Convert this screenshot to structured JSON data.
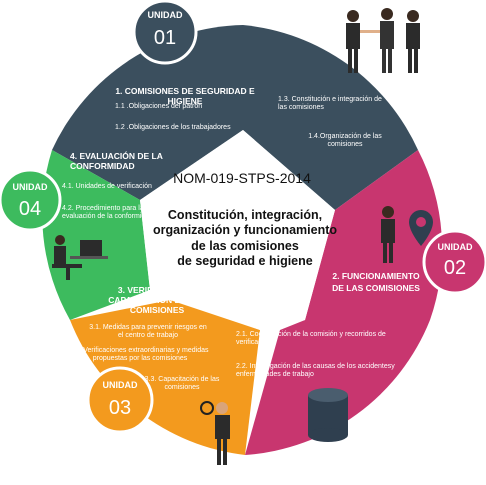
{
  "center": {
    "code": "NOM-019-STPS-2014",
    "title_lines": [
      "Constitución, integración,",
      "organización y funcionamiento",
      "de las comisiones",
      "de seguridad e higiene"
    ]
  },
  "units": [
    {
      "label": "UNIDAD",
      "number": "01",
      "color": "#3b4f5e"
    },
    {
      "label": "UNIDAD",
      "number": "02",
      "color": "#c8366f"
    },
    {
      "label": "UNIDAD",
      "number": "03",
      "color": "#f39a1e"
    },
    {
      "label": "UNIDAD",
      "number": "04",
      "color": "#3dbb5e"
    }
  ],
  "sections": {
    "s1": {
      "title": "1. COMISIONES DE SEGURIDAD E HIGIENE",
      "items": [
        "1.1 .Obligaciones del patrón",
        "1.2 .Obligaciones de los trabajadores"
      ]
    },
    "s1b": {
      "items": [
        "1.3. Constitución e integración de las comisiones",
        "1.4.Organización de las comisiones"
      ]
    },
    "s2": {
      "title": "2. FUNCIONAMIENTO DE LAS COMISIONES",
      "items": [
        "2.1. Coordinación de la comisión y recorridos de verificación",
        "2.2. Investigación de las causas de los accidentesy enfermedades de trabajo"
      ]
    },
    "s3": {
      "title": "3. VERIFICACIÓN Y CAPACITACIÓN DE LAS COMISIONES",
      "items": [
        "3.1. Medidas para prevenir riesgos en el centro de trabajo",
        "3.2 Verificaciones extraordinarias y medidas propuestas por las comisiones",
        "3.3. Capacitación de las comisiones"
      ]
    },
    "s4": {
      "title": "4. EVALUACIÓN DE LA CONFORMIDAD",
      "items": [
        "4.1. Unidades de verificación",
        "4.2. Procedimiento para la evaluación de la conformidad"
      ]
    }
  },
  "colors": {
    "dark": "#3b4f5e",
    "magenta": "#c8366f",
    "orange": "#f39a1e",
    "green": "#3dbb5e"
  },
  "icons": [
    "handshake-people-icon",
    "person-location-pin-icon",
    "database-icon",
    "inspector-magnifier-icon",
    "worker-computer-icon"
  ]
}
